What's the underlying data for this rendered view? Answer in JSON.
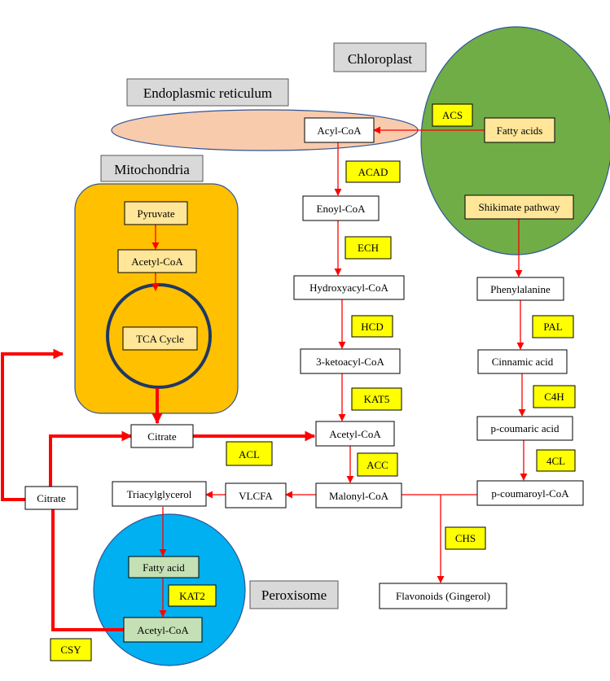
{
  "colors": {
    "arrow": "#ff0000",
    "enzyme_fill": "#ffff00",
    "organelle_label_fill": "#d9d9d9",
    "chloroplast_fill": "#70ad47",
    "mitochondria_fill": "#ffc000",
    "er_fill": "#f8cbad",
    "peroxisome_fill": "#00b0f0",
    "light_node_fill": "#ffe699",
    "green_node_fill": "#c5e0b4",
    "tca_ring": "#1f3864"
  },
  "organelles": {
    "chloroplast": "Chloroplast",
    "endoplasmic_reticulum": "Endoplasmic reticulum",
    "mitochondria": "Mitochondria",
    "peroxisome": "Peroxisome"
  },
  "metabolites": {
    "fatty_acids": "Fatty acids",
    "shikimate": "Shikimate pathway",
    "acyl_coa": "Acyl-CoA",
    "enoyl_coa": "Enoyl-CoA",
    "hydroxyacyl_coa": "Hydroxyacyl-CoA",
    "ketoacyl_coa": "3-ketoacyl-CoA",
    "acetyl_coa_cyto": "Acetyl-CoA",
    "malonyl_coa": "Malonyl-CoA",
    "vlcfa": "VLCFA",
    "triacylglycerol": "Triacylglycerol",
    "pyruvate": "Pyruvate",
    "acetyl_coa_mito": "Acetyl-CoA",
    "tca": "TCA Cycle",
    "citrate_center": "Citrate",
    "citrate_left": "Citrate",
    "fatty_acid_perox": "Fatty acid",
    "acetyl_coa_perox": "Acetyl-CoA",
    "phenylalanine": "Phenylalanine",
    "cinnamic_acid": "Cinnamic acid",
    "p_coumaric_acid": "p-coumaric acid",
    "p_coumaroyl_coa": "p-coumaroyl-CoA",
    "flavonoids": "Flavonoids (Gingerol)"
  },
  "enzymes": {
    "acs": "ACS",
    "acad": "ACAD",
    "ech": "ECH",
    "hcd": "HCD",
    "kat5": "KAT5",
    "acc": "ACC",
    "acl": "ACL",
    "kat2": "KAT2",
    "csy": "CSY",
    "pal": "PAL",
    "c4h": "C4H",
    "4cl": "4CL",
    "chs": "CHS"
  }
}
